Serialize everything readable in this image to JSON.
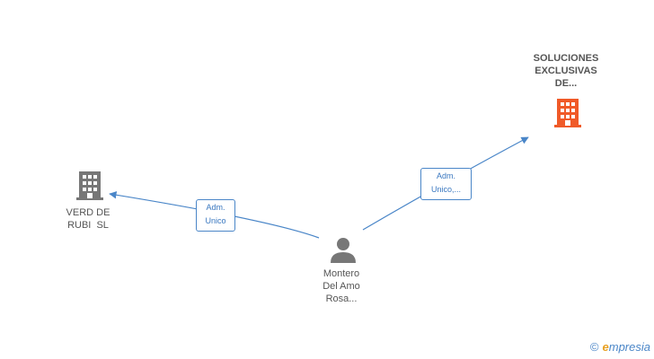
{
  "nodes": {
    "soluciones": {
      "lines": [
        "SOLUCIONES",
        "EXCLUSIVAS",
        "DE..."
      ],
      "type": "company",
      "color": "#f05a28"
    },
    "verd": {
      "lines": [
        "VERD DE",
        "RUBI  SL"
      ],
      "type": "company",
      "color": "#777777"
    },
    "montero": {
      "lines": [
        "Montero",
        "Del Amo",
        "Rosa..."
      ],
      "type": "person",
      "color": "#777777"
    }
  },
  "edges": {
    "to_verd": {
      "lines": [
        "Adm.",
        "Unico"
      ]
    },
    "to_soluciones": {
      "lines": [
        "Adm.",
        "Unico,..."
      ]
    }
  },
  "brand": {
    "copyright": "©",
    "initial": "e",
    "name": "mpresia"
  },
  "colors": {
    "edge": "#4a86c8",
    "node_text": "#555555"
  }
}
